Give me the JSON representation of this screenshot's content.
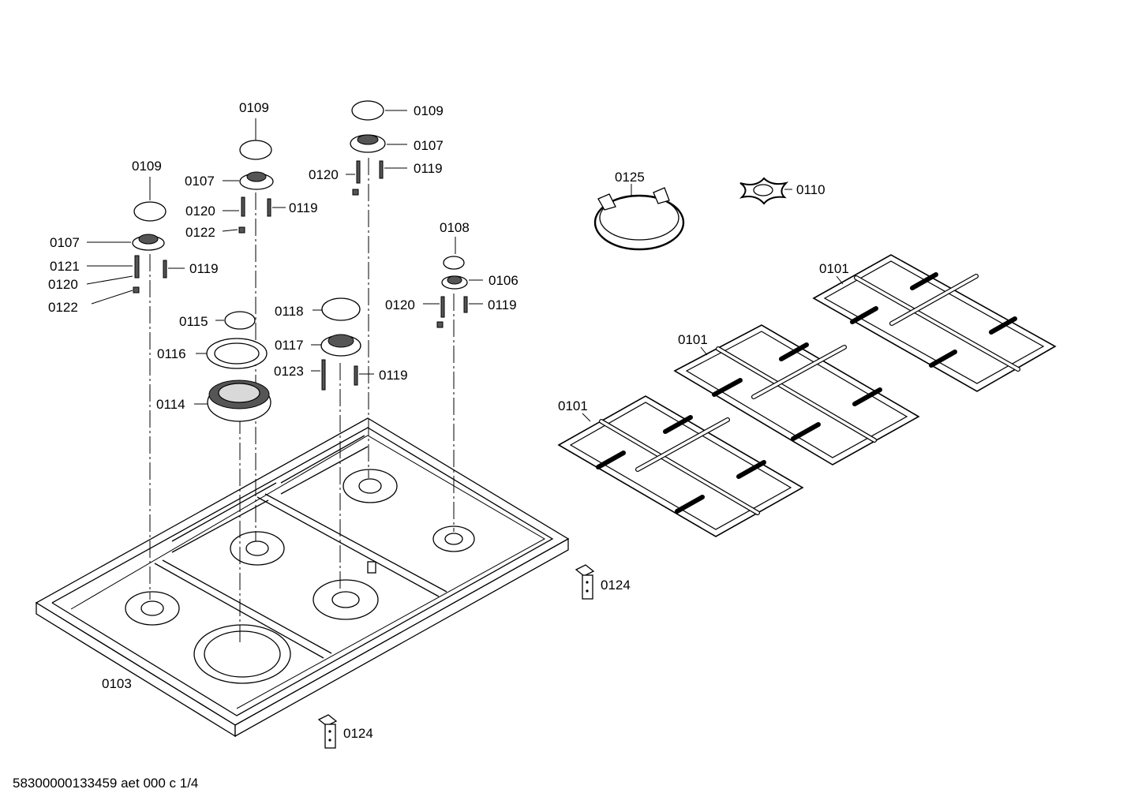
{
  "footer": {
    "document_code": "58300000133459 aet 000 c 1/4"
  },
  "labels": {
    "burner_left": {
      "cap": "0109",
      "head": "0107",
      "thermocouple": "0121",
      "injector": "0120",
      "spark": "0119",
      "clip": "0122"
    },
    "burner_mid": {
      "cap": "0109",
      "head": "0107",
      "injector": "0120",
      "spark": "0119",
      "clip": "0122"
    },
    "burner_top": {
      "cap": "0109",
      "head": "0107",
      "injector": "0120",
      "spark": "0119"
    },
    "wok": {
      "cap": "0115",
      "ring": "0116",
      "crown": "0114"
    },
    "burner_center": {
      "cap": "0118",
      "head": "0117",
      "injector": "0123",
      "spark": "0119"
    },
    "burner_small": {
      "cap": "0108",
      "head": "0106",
      "injector": "0120",
      "spark": "0119"
    },
    "wok_ring": "0125",
    "simmer_plate": "0110",
    "grate_right": "0101",
    "grate_middle": "0101",
    "grate_left": "0101",
    "hob": "0103",
    "bracket_right": "0124",
    "bracket_bottom": "0124"
  },
  "icons": [
    "burner-cap-icon",
    "burner-head-icon",
    "spark-plug-icon",
    "injector-icon",
    "pan-support-grate-icon",
    "wok-ring-icon",
    "simmer-plate-icon",
    "mounting-bracket-icon",
    "hob-tray-icon"
  ]
}
